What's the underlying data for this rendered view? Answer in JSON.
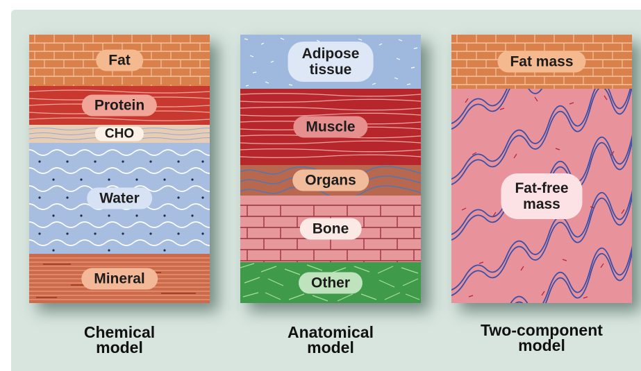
{
  "models": [
    {
      "caption_line1": "Chemical",
      "caption_line2": "model",
      "layers": [
        {
          "label": "Fat"
        },
        {
          "label": "Protein"
        },
        {
          "label": "CHO"
        },
        {
          "label": "Water"
        },
        {
          "label": "Mineral"
        }
      ]
    },
    {
      "caption_line1": "Anatomical",
      "caption_line2": "model",
      "layers": [
        {
          "label_line1": "Adipose",
          "label_line2": "tissue"
        },
        {
          "label": "Muscle"
        },
        {
          "label": "Organs"
        },
        {
          "label": "Bone"
        },
        {
          "label": "Other"
        }
      ]
    },
    {
      "caption_line1": "Two-component",
      "caption_line2": "model",
      "layers": [
        {
          "label": "Fat mass"
        },
        {
          "label_line1": "Fat-free",
          "label_line2": "mass"
        }
      ]
    }
  ],
  "colors": {
    "background": "#d7e5de",
    "fat": "#d9804b",
    "protein": "#c8382e",
    "cho": "#e7cdb6",
    "water": "#a8bee0",
    "mineral": "#cc6a4a",
    "adipose": "#9fb9de",
    "muscle": "#b7262b",
    "organs": "#b7684f",
    "bone": "#e7989a",
    "other": "#3f9a4a",
    "fat_free_mass": "#e8939c"
  }
}
